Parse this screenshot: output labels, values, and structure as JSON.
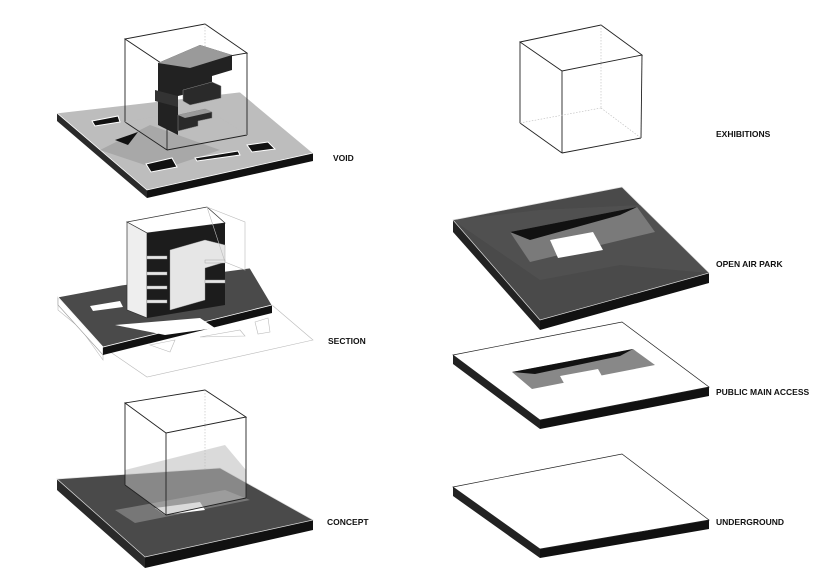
{
  "labels": {
    "void": "VOID",
    "section": "SECTION",
    "concept": "CONCEPT",
    "exhibitions": "EXHIBITIONS",
    "open_air_park": "OPEN AIR PARK",
    "public_main_access": "PUBLIC MAIN ACCESS",
    "underground": "UNDERGROUND"
  },
  "colors": {
    "slab_dark": "#4a4a4a",
    "slab_side": "#111111",
    "slab_light": "#bdbdbd",
    "accent_gray": "#8a8a8a"
  }
}
